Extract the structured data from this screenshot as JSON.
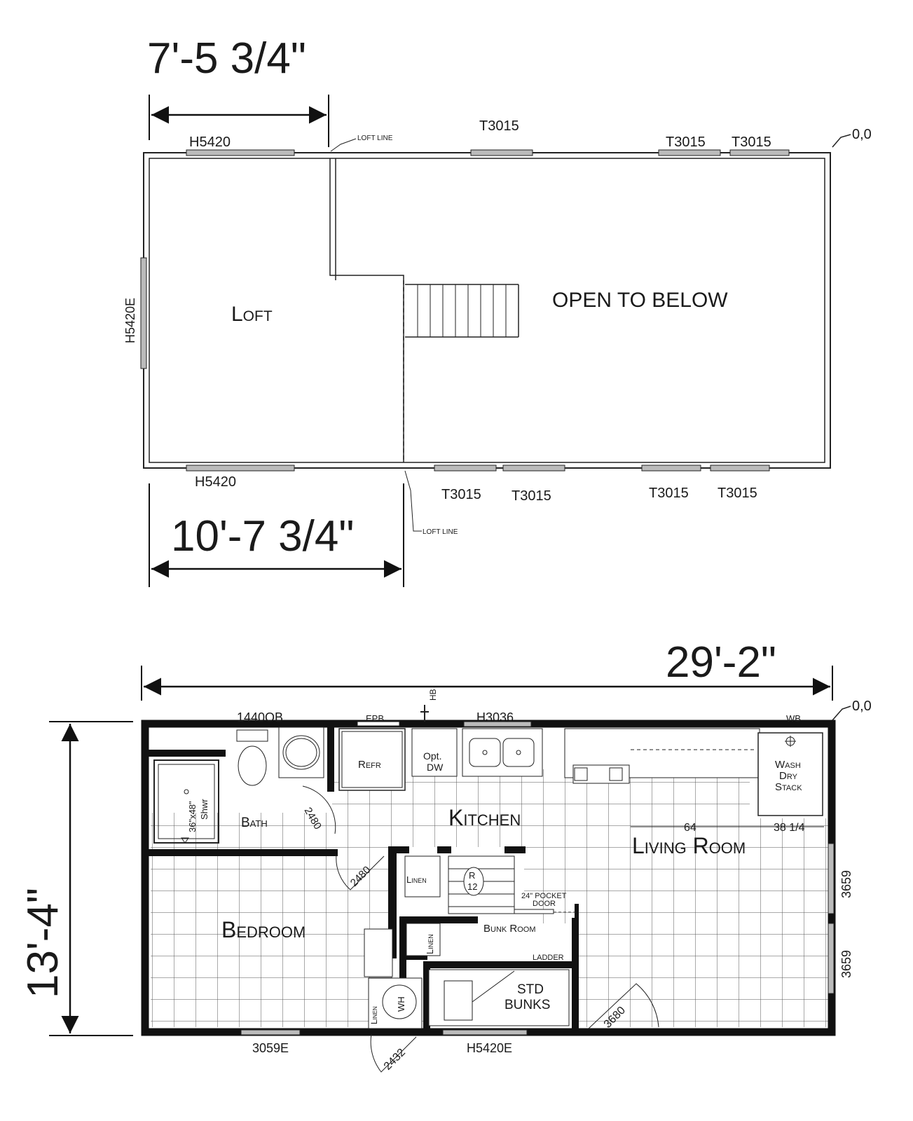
{
  "loft_plan": {
    "dim_top": "7'-5 3/4\"",
    "dim_bottom": "10'-7 3/4\"",
    "origin": "0,0",
    "loft_line_top": "LOFT LINE",
    "loft_line_bottom": "LOFT LINE",
    "room_loft": "Loft",
    "open_to_below": "OPEN TO BELOW",
    "win_top_left": "H5420",
    "win_top_1": "T3015",
    "win_top_2": "T3015",
    "win_top_3": "T3015",
    "win_left": "H5420E",
    "win_bot_left": "H5420",
    "win_bot_1": "T3015",
    "win_bot_2": "T3015",
    "win_bot_3": "T3015",
    "win_bot_4": "T3015"
  },
  "main_plan": {
    "dim_width": "29'-2\"",
    "dim_depth": "13'-4\"",
    "origin": "0,0",
    "win_1440": "1440OB",
    "epb": "EPB",
    "hb": "HB",
    "win_h3036": "H3036",
    "wb": "WB",
    "refr": "Refr",
    "opt": "Opt.",
    "dw": "DW",
    "wash": "Wash",
    "dry": "Dry",
    "stack": "Stack",
    "shower": "36\"x48\"",
    "shower2": "Shwr",
    "bath": "Bath",
    "kitchen": "Kitchen",
    "dim_64": "64",
    "dim_38": "38 1/4",
    "living_room": "Living Room",
    "door_2480a": "2480",
    "door_2480b": "2480",
    "linen1": "Linen",
    "r12a": "R",
    "r12b": "12",
    "pocket1": "24\" POCKET",
    "pocket2": "DOOR",
    "win_3659a": "3659",
    "win_3659b": "3659",
    "bedroom": "Bedroom",
    "linen2": "Linen",
    "bunk_room": "Bunk Room",
    "ladder": "LADDER",
    "std": "STD",
    "bunks": "BUNKS",
    "linen3": "Linen",
    "wh": "WH",
    "door_3680": "3680",
    "door_2432": "2432",
    "win_3059": "3059E",
    "win_h5420e": "H5420E"
  }
}
